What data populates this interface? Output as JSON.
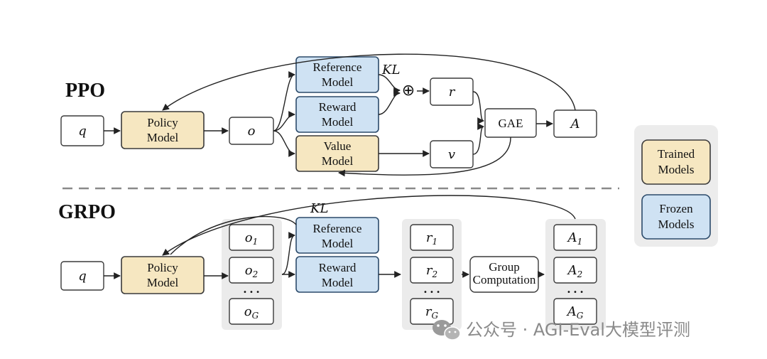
{
  "ppo": {
    "title": "PPO",
    "query": "q",
    "policy_model": [
      "Policy",
      "Model"
    ],
    "output": "o",
    "reference_model": [
      "Reference",
      "Model"
    ],
    "reward_model": [
      "Reward",
      "Model"
    ],
    "value_model": [
      "Value",
      "Model"
    ],
    "kl": "KL",
    "plus": "⊕",
    "reward": "r",
    "value": "v",
    "gae": "GAE",
    "advantage": "A"
  },
  "grpo": {
    "title": "GRPO",
    "query": "q",
    "policy_model": [
      "Policy",
      "Model"
    ],
    "kl": "KL",
    "reference_model": [
      "Reference",
      "Model"
    ],
    "reward_model": [
      "Reward",
      "Model"
    ],
    "outputs": [
      "o",
      "o",
      "o"
    ],
    "output_subs": [
      "1",
      "2",
      "G"
    ],
    "rewards": [
      "r",
      "r",
      "r"
    ],
    "reward_subs": [
      "1",
      "2",
      "G"
    ],
    "advantages": [
      "A",
      "A",
      "A"
    ],
    "advantage_subs": [
      "1",
      "2",
      "G"
    ],
    "ellipsis": "• • •",
    "group_computation": [
      "Group",
      "Computation"
    ]
  },
  "legend": {
    "trained": [
      "Trained",
      "Models"
    ],
    "frozen": [
      "Frozen",
      "Models"
    ]
  },
  "watermark": {
    "text": "公众号 · AGI-Eval大模型评测",
    "icon": "wechat-icon"
  },
  "colors": {
    "trained": "#f6e7c1",
    "frozen": "#cfe2f3"
  }
}
